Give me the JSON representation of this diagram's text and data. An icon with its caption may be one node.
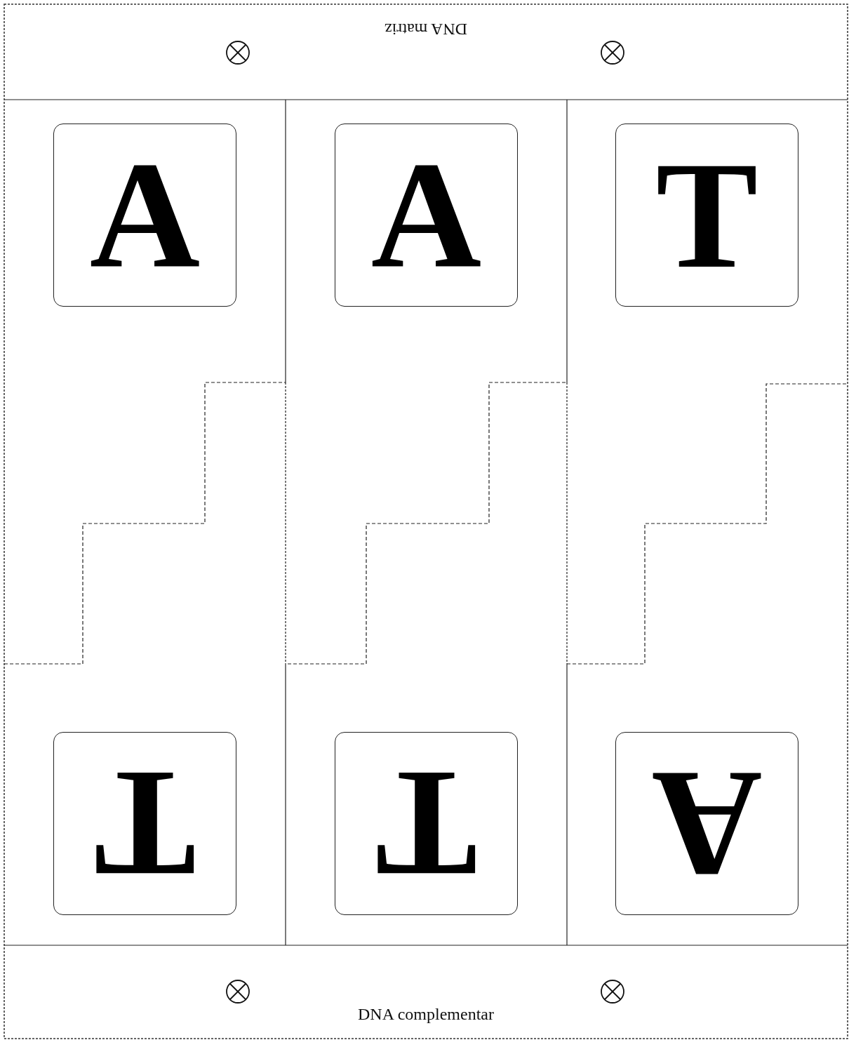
{
  "diagram": {
    "nodes": [
      {
        "text": [
          "A"
        ]
      },
      {
        "text": [
          "A"
        ]
      },
      {
        "text": [
          "T"
        ]
      },
      {
        "text": [
          "T"
        ]
      },
      {
        "text": [
          "T"
        ]
      },
      {
        "text": [
          "A"
        ]
      }
    ],
    "labels": [
      "DNA matriz",
      "DNA complementar"
    ]
  }
}
